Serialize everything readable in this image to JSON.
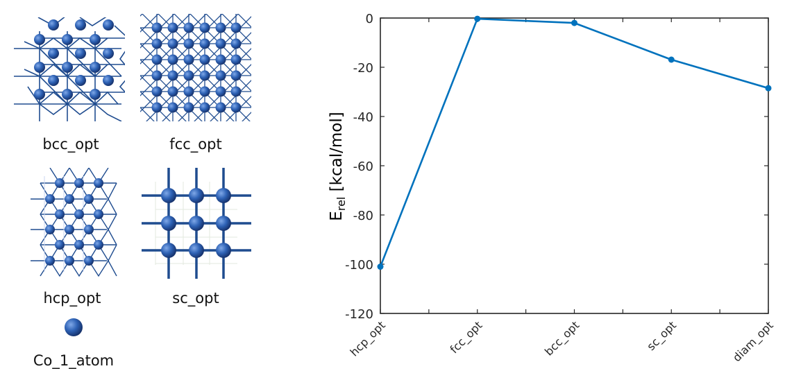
{
  "structures": {
    "bcc": {
      "label": "bcc_opt"
    },
    "fcc": {
      "label": "fcc_opt"
    },
    "hcp": {
      "label": "hcp_opt"
    },
    "sc": {
      "label": "sc_opt"
    },
    "atom": {
      "label": "Co_1_atom"
    }
  },
  "colors": {
    "line": "#0072BD",
    "atom": "#2E62B5",
    "bond": "#1F4C8F",
    "axis": "#262626"
  },
  "chart_data": {
    "type": "line",
    "title": "",
    "xlabel": "",
    "ylabel": "E_rel [kcal/mol]",
    "ylabel_main": "E",
    "ylabel_sub": "rel",
    "ylabel_unit": " [kcal/mol]",
    "categories": [
      "hcp_opt",
      "fcc_opt",
      "bcc_opt",
      "sc_opt",
      "diam_opt"
    ],
    "series": [
      {
        "name": "E_rel",
        "values": [
          -101.0,
          -0.3,
          -2.0,
          -16.9,
          -28.5
        ]
      }
    ],
    "ylim": [
      -120,
      0
    ],
    "yticks": [
      "0",
      "-20",
      "-40",
      "-60",
      "-80",
      "-100",
      "-120"
    ],
    "grid": false,
    "legend": "none"
  }
}
